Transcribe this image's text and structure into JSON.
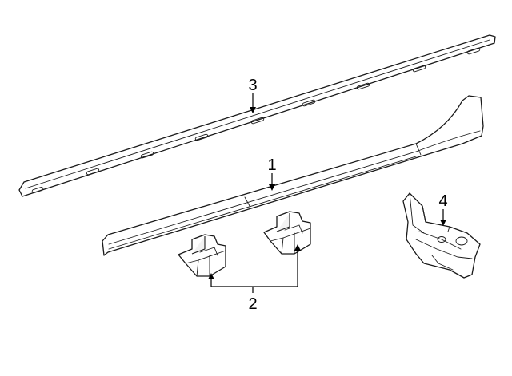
{
  "callouts": {
    "rocker_molding": "1",
    "retainer_clips": "2",
    "upper_molding": "3",
    "bracket": "4"
  }
}
